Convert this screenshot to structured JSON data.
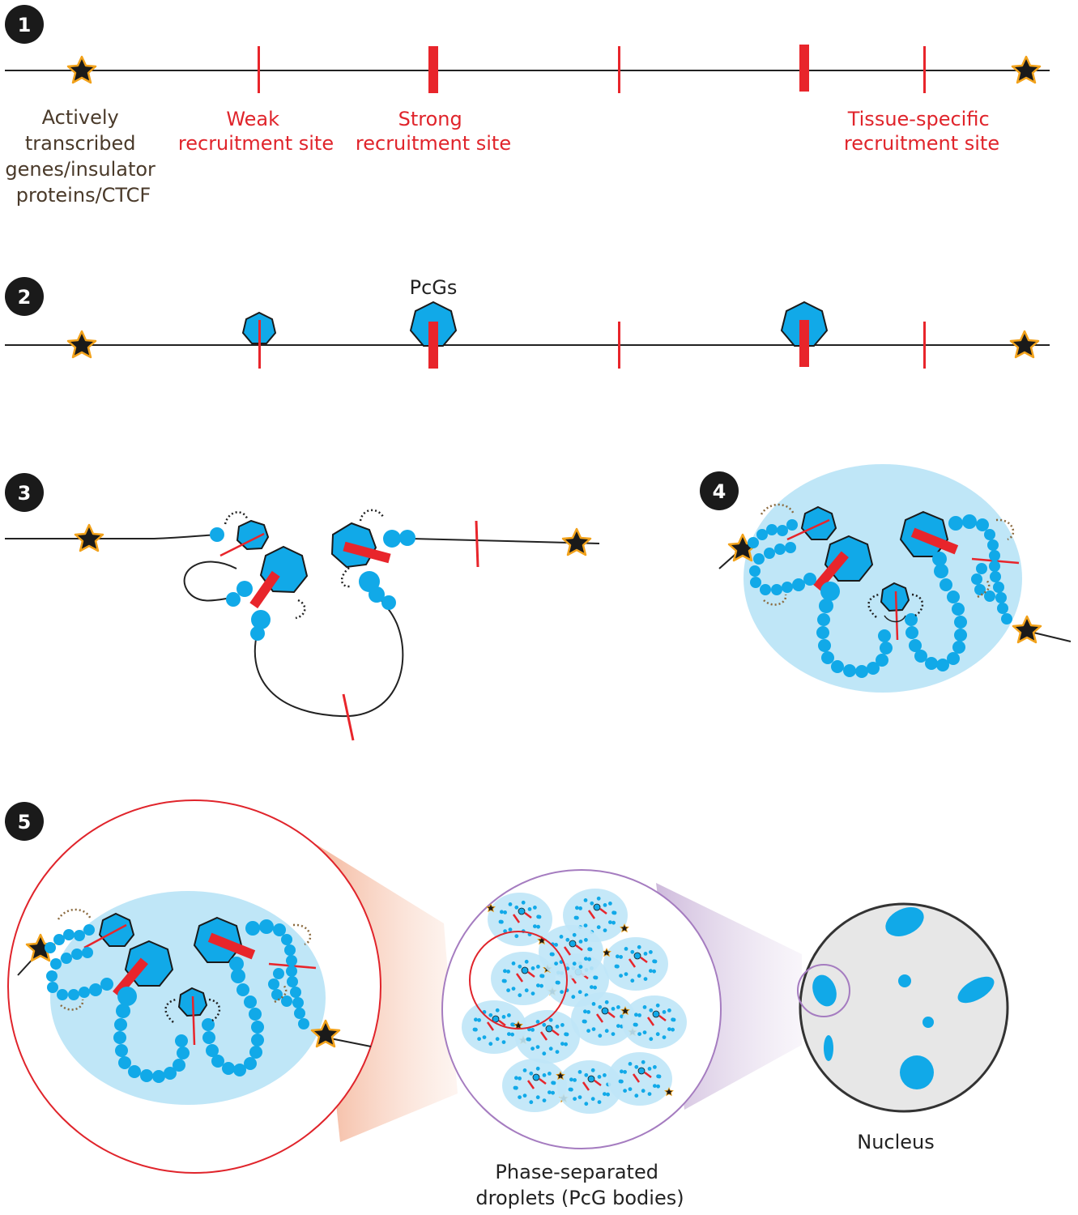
{
  "colors": {
    "recruitment_site": "#e8252b",
    "pcg_protein": "#11a9e8",
    "pcg_outline": "#1a1a1a",
    "droplet": "#bfe6f7",
    "star_fill": "#1a1a1a",
    "star_outline": "#f2a21b",
    "text_brown": "#4a3a2a",
    "text_red": "#e0242b",
    "nucleus_fill": "#e7e7e7"
  },
  "icons": [
    "star-icon",
    "pcg-heptagon-icon",
    "nucleosome-bead-icon",
    "curved-arrow-icon"
  ],
  "steps": [
    {
      "number": "1"
    },
    {
      "number": "2"
    },
    {
      "number": "3"
    },
    {
      "number": "4"
    },
    {
      "number": "5"
    }
  ],
  "panel1": {
    "active_label": [
      "Actively",
      "transcribed",
      "genes/insulator",
      "proteins/CTCF"
    ],
    "weak_label": [
      "Weak",
      "recruitment site"
    ],
    "strong_label": [
      "Strong",
      "recruitment site"
    ],
    "tissue_label": [
      "Tissue-specific",
      "recruitment site"
    ]
  },
  "panel2": {
    "pcg_label": "PcGs"
  },
  "panel5": {
    "droplets_label": [
      "Phase-separated",
      "droplets (PcG bodies)"
    ],
    "nucleus_label": "Nucleus"
  }
}
